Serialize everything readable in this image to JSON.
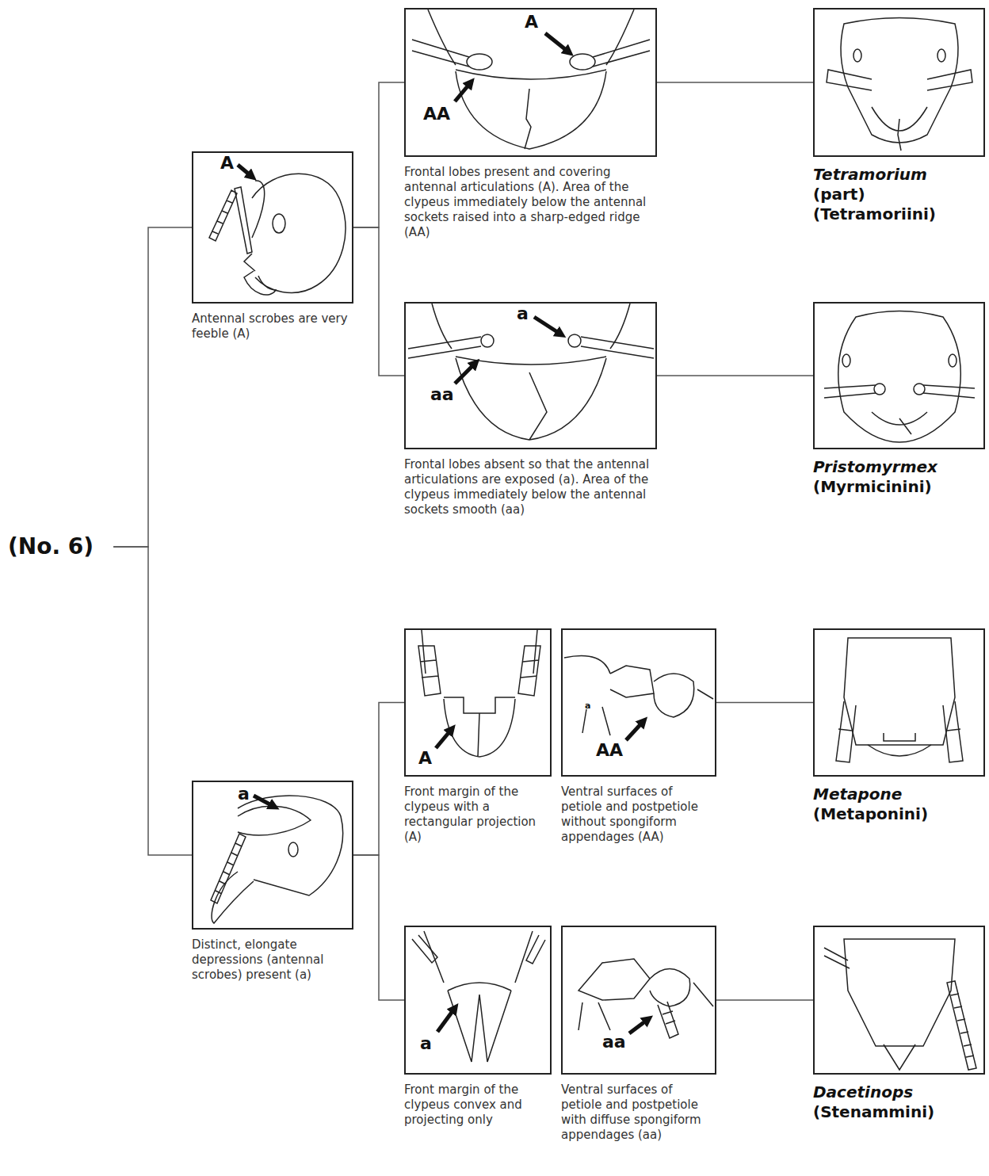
{
  "diagram": {
    "nodes": [
      {
        "text": [
          "(No. 6)"
        ]
      },
      {
        "text": [
          "Antennal scrobes are very feeble (A)"
        ]
      },
      {
        "text": [
          "Frontal lobes present and covering antennal articulations (A). Area of the clypeus immediately below the antennal sockets raised into a sharp-edged ridge (AA)"
        ]
      },
      {
        "text": [
          "Tetramorium",
          "(part) (Tetramoriini)"
        ]
      },
      {
        "text": [
          "Frontal lobes absent so that the antennal articulations are exposed (a). Area of the clypeus immediately below the antennal sockets smooth (aa)"
        ]
      },
      {
        "text": [
          "Pristomyrmex",
          "(Myrmicinini)"
        ]
      },
      {
        "text": [
          "Distinct, elongate depressions (antennal scrobes) present (a)"
        ]
      },
      {
        "text": [
          "Front margin of the clypeus with a rectangular projection (A)"
        ]
      },
      {
        "text": [
          "Ventral surfaces of petiole and postpetiole without spongiform appendages (AA)"
        ]
      },
      {
        "text": [
          "Metapone",
          "(Metaponini)"
        ]
      },
      {
        "text": [
          "Front margin of the clypeus convex and projecting only"
        ]
      },
      {
        "text": [
          "Ventral surfaces of petiole and postpetiole with diffuse spongiform appendages (aa)"
        ]
      },
      {
        "text": [
          "Dacetinops",
          "(Stenammini)"
        ]
      }
    ],
    "edges": [
      {
        "from": 0,
        "to": 1,
        "arrow": "none"
      },
      {
        "from": 0,
        "to": 6,
        "arrow": "none"
      },
      {
        "from": 1,
        "to": 2,
        "arrow": "none"
      },
      {
        "from": 1,
        "to": 4,
        "arrow": "none"
      },
      {
        "from": 2,
        "to": 3,
        "arrow": "none"
      },
      {
        "from": 4,
        "to": 5,
        "arrow": "none"
      },
      {
        "from": 6,
        "to": 7,
        "arrow": "none"
      },
      {
        "from": 6,
        "to": 10,
        "arrow": "none"
      },
      {
        "from": 8,
        "to": 9,
        "arrow": "none"
      },
      {
        "from": 11,
        "to": 12,
        "arrow": "none"
      }
    ],
    "labels": [
      "A",
      "A",
      "AA",
      "a",
      "aa",
      "a",
      "A",
      "a",
      "AA",
      "a",
      "aa"
    ]
  }
}
